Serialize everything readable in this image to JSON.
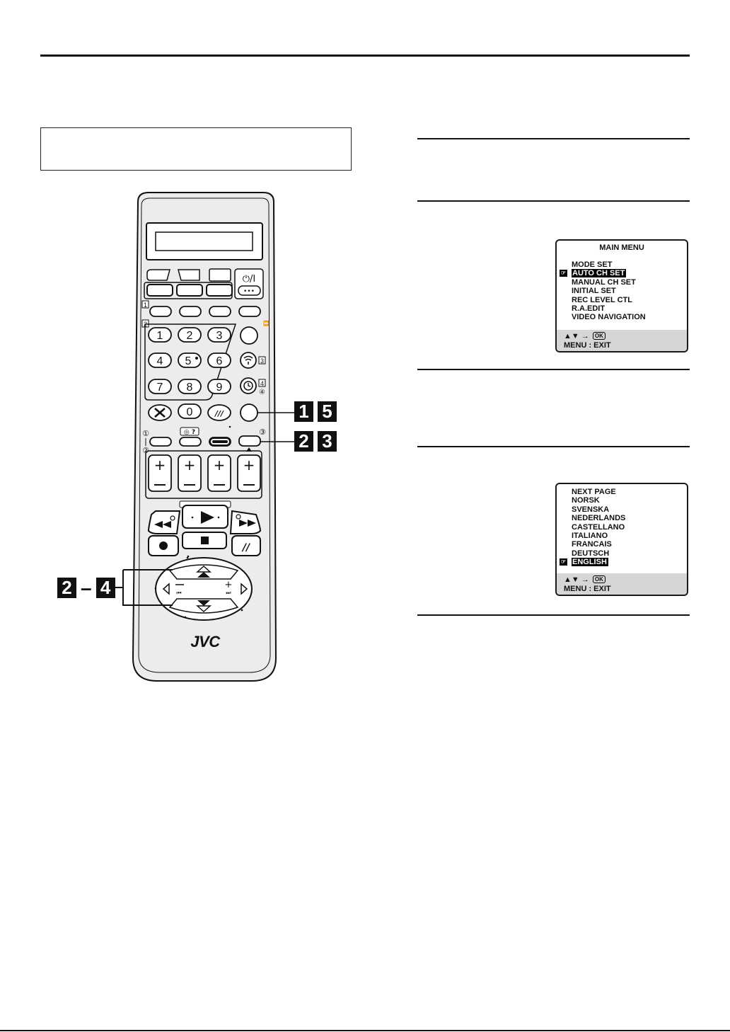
{
  "remote": {
    "brand": "JVC",
    "power_label": "⏻/I",
    "dots_label": "•••",
    "number_keys": [
      "1",
      "2",
      "3",
      "4",
      "5",
      "6",
      "7",
      "8",
      "9",
      "0"
    ],
    "five_mark": "5",
    "section_marks": [
      "1",
      "2",
      "3",
      "4"
    ],
    "circled_marks": [
      "①",
      "②",
      "③",
      "④"
    ],
    "step_labels": {
      "a": [
        "1",
        "5"
      ],
      "b": [
        "2",
        "3"
      ],
      "c": [
        "2",
        "4"
      ],
      "c_sep": "–"
    }
  },
  "screens": {
    "main_menu": {
      "title": "MAIN MENU",
      "items": [
        "MODE SET",
        "AUTO CH SET",
        "MANUAL CH SET",
        "INITIAL SET",
        "REC LEVEL CTL",
        "R.A.EDIT",
        "VIDEO NAVIGATION"
      ],
      "selected_index": 1,
      "footer_nav": "▲▼ → ",
      "footer_ok": "OK",
      "footer_exit": "MENU : EXIT"
    },
    "language_menu": {
      "items": [
        "NEXT PAGE",
        "NORSK",
        "SVENSKA",
        "NEDERLANDS",
        "CASTELLANO",
        "ITALIANO",
        "FRANCAIS",
        "DEUTSCH",
        "ENGLISH"
      ],
      "selected_index": 8,
      "footer_nav": "▲▼ → ",
      "footer_ok": "OK",
      "footer_exit": "MENU : EXIT"
    }
  },
  "colors": {
    "ink": "#111111",
    "remote_body": "#ececec",
    "button_face": "#ffffff",
    "osd_footer": "#d6d6d6"
  }
}
